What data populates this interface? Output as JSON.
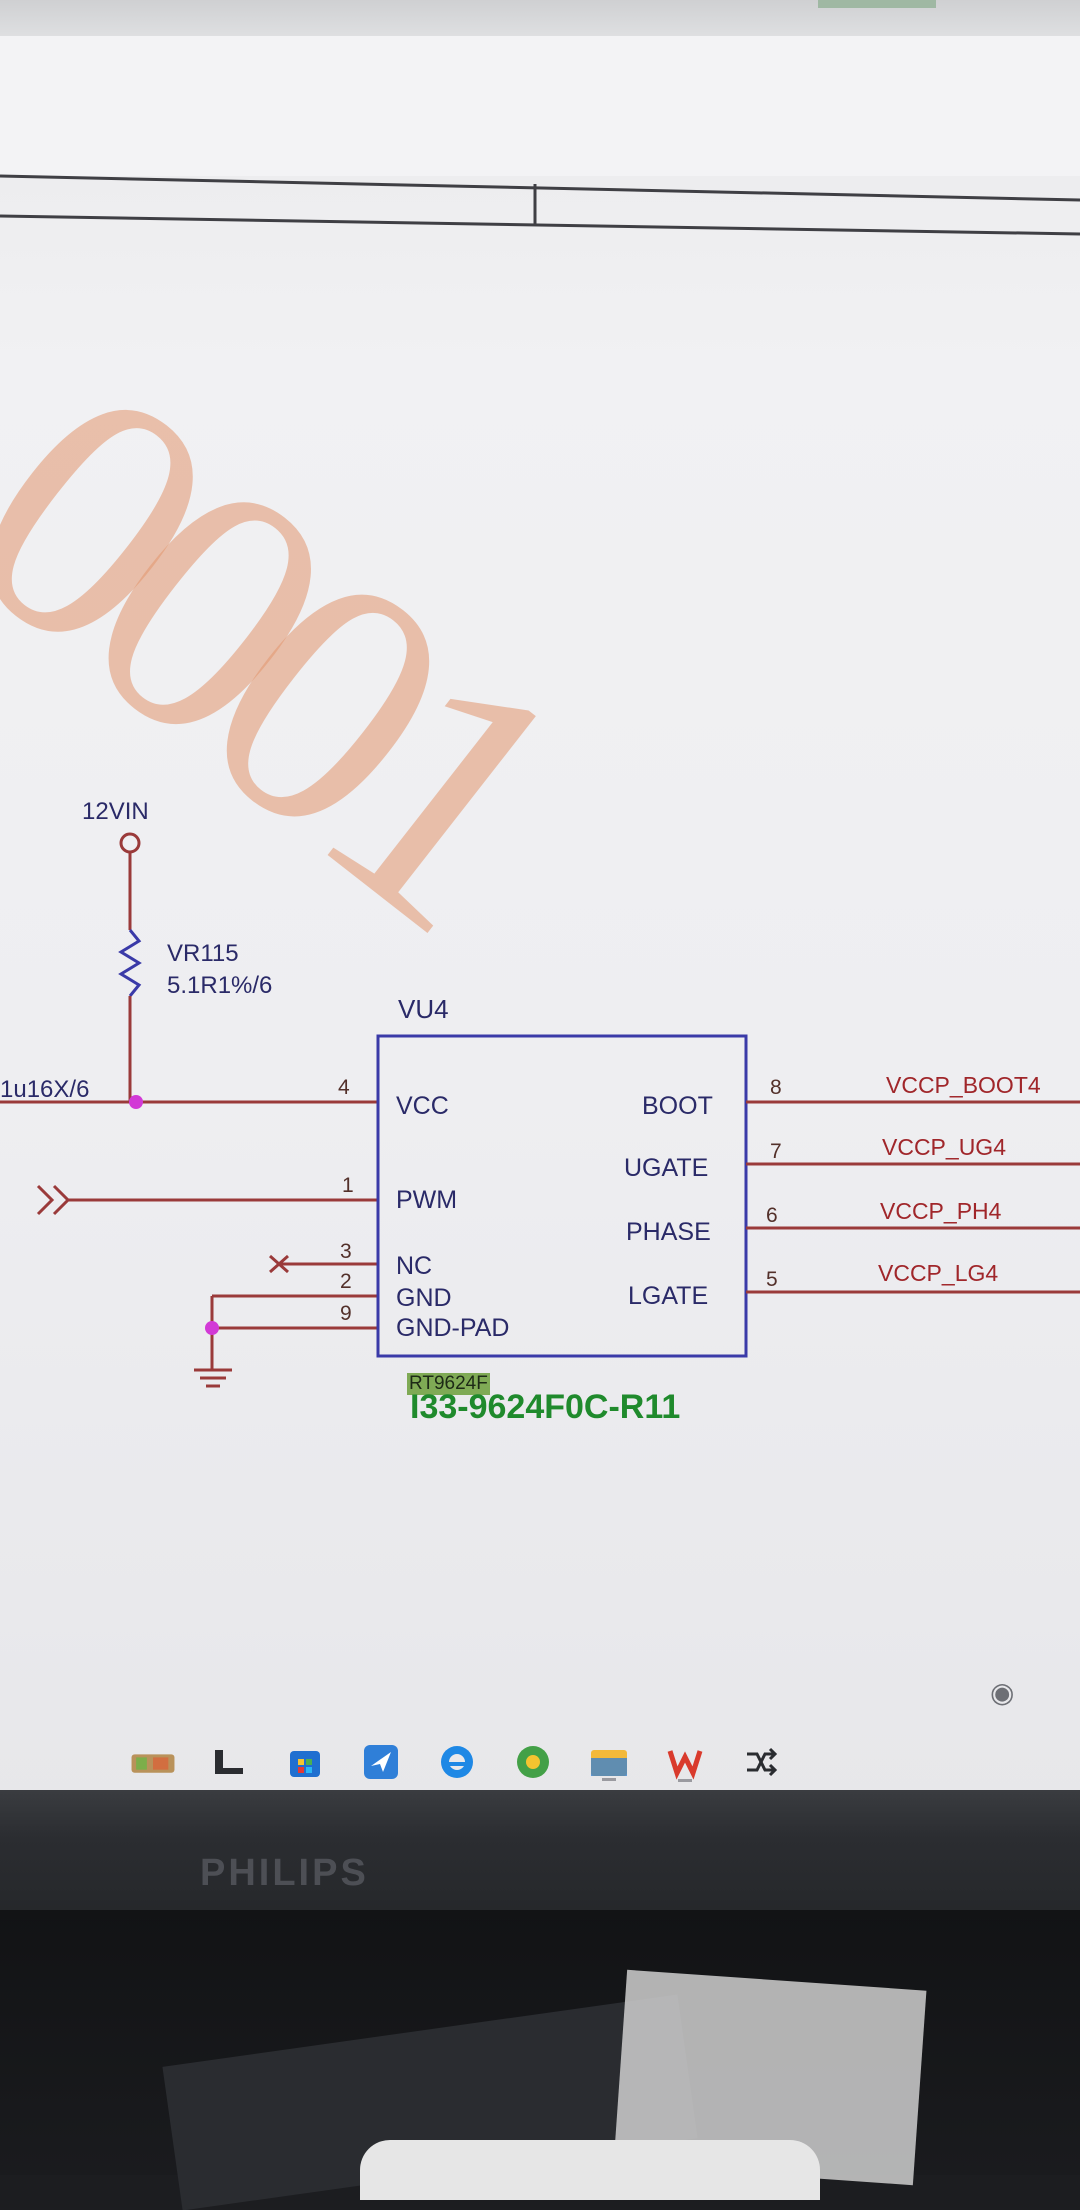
{
  "schematic": {
    "power_net": "12VIN",
    "resistor_ref": "VR115",
    "resistor_value": "5.1R1%/6",
    "cap_net": "1u16X/6",
    "ic_ref": "VU4",
    "ic_part_name": "RT9624F",
    "ic_part_number": "I33-9624F0C-R11",
    "left_pins": [
      {
        "number": "4",
        "name": "VCC"
      },
      {
        "number": "1",
        "name": "PWM"
      },
      {
        "number": "3",
        "name": "NC"
      },
      {
        "number": "2",
        "name": "GND"
      },
      {
        "number": "9",
        "name": "GND-PAD"
      }
    ],
    "right_pins": [
      {
        "number": "8",
        "name": "BOOT",
        "net": "VCCP_BOOT4"
      },
      {
        "number": "7",
        "name": "UGATE",
        "net": "VCCP_UG4"
      },
      {
        "number": "6",
        "name": "PHASE",
        "net": "VCCP_PH4"
      },
      {
        "number": "5",
        "name": "LGATE",
        "net": "VCCP_LG4"
      }
    ]
  },
  "watermark": {
    "text": "0001",
    "color": "#e2966e"
  },
  "monitor": {
    "brand": "PHILIPS"
  },
  "taskbar": {
    "icons": [
      "folder-app-icon",
      "terminal-icon",
      "store-icon",
      "mail-icon",
      "edge-browser-icon",
      "green-browser-icon",
      "file-explorer-icon",
      "wps-office-icon",
      "shuffle-icon"
    ]
  },
  "colors": {
    "wire": "#9a3a3a",
    "ic_outline": "#3a3aa8",
    "junction": "#d23ad6",
    "part_number": "#1f8a2c"
  }
}
